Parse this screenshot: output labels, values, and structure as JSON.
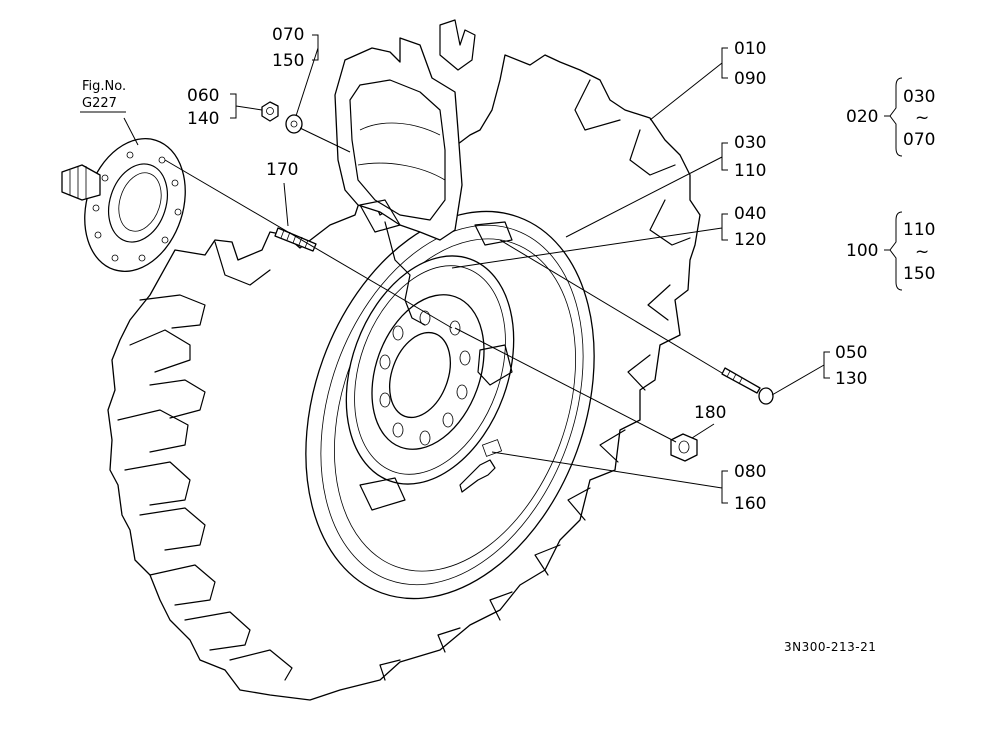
{
  "figure_ref": {
    "line1": "Fig.No.",
    "line2": "G227"
  },
  "callouts": {
    "c070": "070",
    "c150a": "150",
    "c060": "060",
    "c140": "140",
    "c170": "170",
    "c010": "010",
    "c090": "090",
    "c030": "030",
    "c110a": "110",
    "c040": "040",
    "c120": "120",
    "c050": "050",
    "c130": "130",
    "c180": "180",
    "c080": "080",
    "c160": "160"
  },
  "ranges": {
    "r020": {
      "key": "020",
      "from": "030",
      "tilde": "~",
      "to": "070"
    },
    "r100": {
      "key": "100",
      "from": "110",
      "tilde": "~",
      "to": "150"
    }
  },
  "drawing_number": "3N300-213-21"
}
